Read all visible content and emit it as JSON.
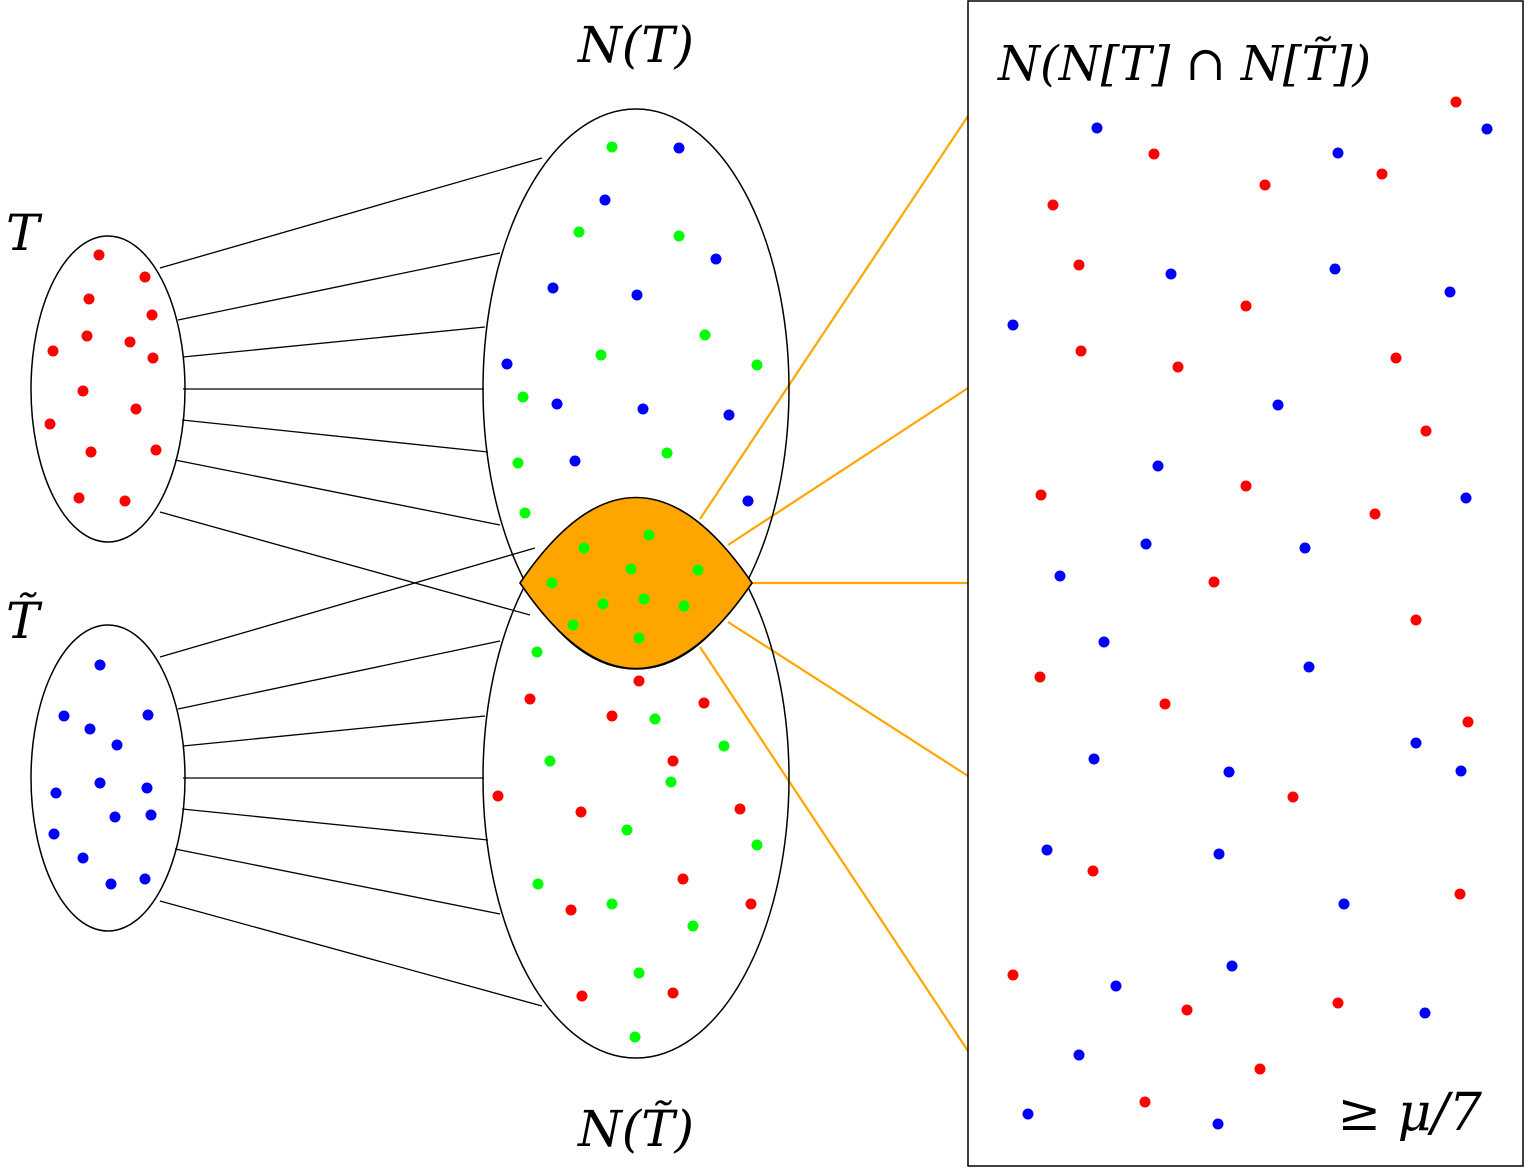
{
  "labels": {
    "T": "T",
    "T_tilde": "T̃",
    "N_T": "N(T)",
    "N_T_tilde": "N(T̃)",
    "box_title": "N(N[T] ∩ N[T̃])",
    "bound": "≥ μ/7"
  },
  "colors": {
    "red": "#ff0000",
    "blue": "#0000ff",
    "green": "#00ff00",
    "orange": "#ffa500",
    "outline": "#000000"
  }
}
